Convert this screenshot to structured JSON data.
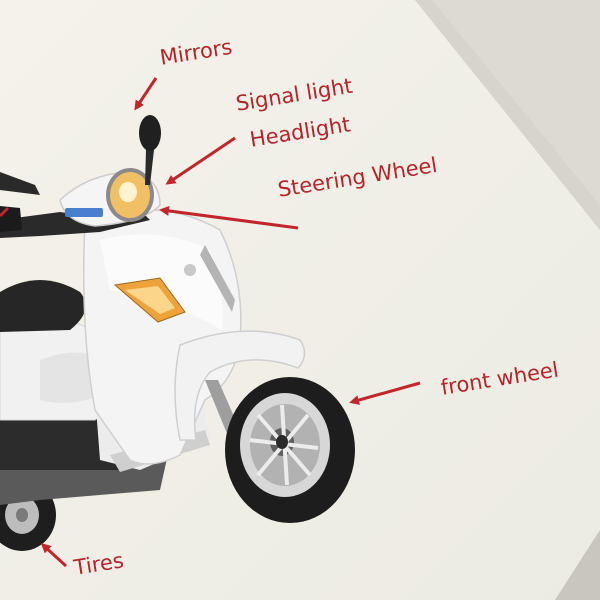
{
  "labels": {
    "mirrors": "Mirrors",
    "signal_light": "Signal light",
    "headlight": "Headlight",
    "steering_wheel": "Steering Wheel",
    "front_wheel": "front wheel",
    "tires": "Tires"
  },
  "colors": {
    "label_text": "#b8232a",
    "arrow": "#c0262c",
    "paper": "#f2f0e8",
    "background": "#dcdad2",
    "scooter_body": "#f4f4f4",
    "seat": "#262626",
    "tire": "#1d1d1d"
  }
}
